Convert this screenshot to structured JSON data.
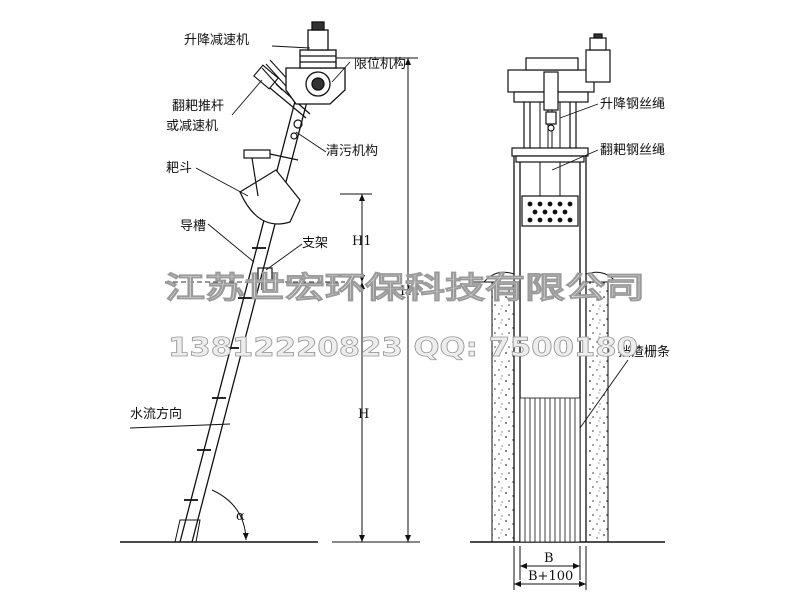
{
  "side_view": {
    "labels": {
      "hoist_reducer": "升降减速机",
      "limit_mechanism": "限位机构",
      "tilt_rod_line1": "翻耙推杆",
      "tilt_rod_line2": "或减速机",
      "cleaning_mechanism": "清污机构",
      "rake_bucket": "耙斗",
      "guide_slot": "导槽",
      "bracket": "支架",
      "flow_direction": "水流方向"
    },
    "dimensions": {
      "h1": "H1",
      "h2": "H2",
      "h": "H",
      "angle": "α"
    }
  },
  "front_view": {
    "labels": {
      "hoist_wire_rope": "升降钢丝绳",
      "tilt_wire_rope": "翻耙钢丝绳",
      "screen_bars": "挡渣栅条"
    },
    "dimensions": {
      "b": "B",
      "b_plus": "B+100"
    }
  },
  "watermark": {
    "company": "江苏世宏环保科技有限公司",
    "contact": "13812220823   QQ: 7500180"
  }
}
